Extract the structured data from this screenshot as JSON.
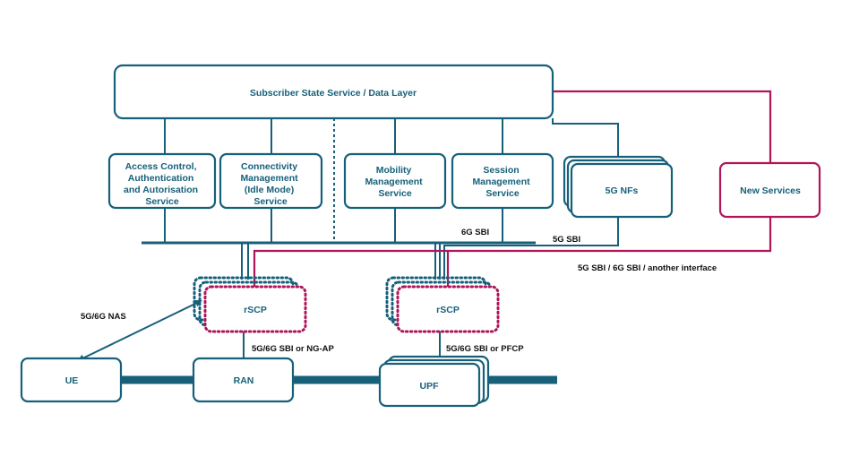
{
  "nodes": {
    "subscriber_state": "Subscriber State Service / Data Layer",
    "access_control": [
      "Access Control,",
      "Authentication",
      "and Autorisation",
      "Service"
    ],
    "connectivity": [
      "Connectivity",
      "Management",
      "(Idle Mode)",
      "Service"
    ],
    "mobility": [
      "Mobility",
      "Management",
      "Service"
    ],
    "session": [
      "Session",
      "Management",
      "Service"
    ],
    "nfs_5g": "5G NFs",
    "new_services": "New Services",
    "rscp_left": "rSCP",
    "rscp_right": "rSCP",
    "ue": "UE",
    "ran": "RAN",
    "upf": "UPF"
  },
  "labels": {
    "sbi_6g": "6G SBI",
    "sbi_5g": "5G SBI",
    "sbi_mixed": "5G SBI / 6G SBI / another interface",
    "nas": "5G/6G NAS",
    "ngap": "5G/6G SBI or NG-AP",
    "pfcp": "5G/6G SBI or PFCP"
  },
  "colors": {
    "teal": "#16607a",
    "magenta": "#b0155a",
    "label_text": "#111111"
  }
}
